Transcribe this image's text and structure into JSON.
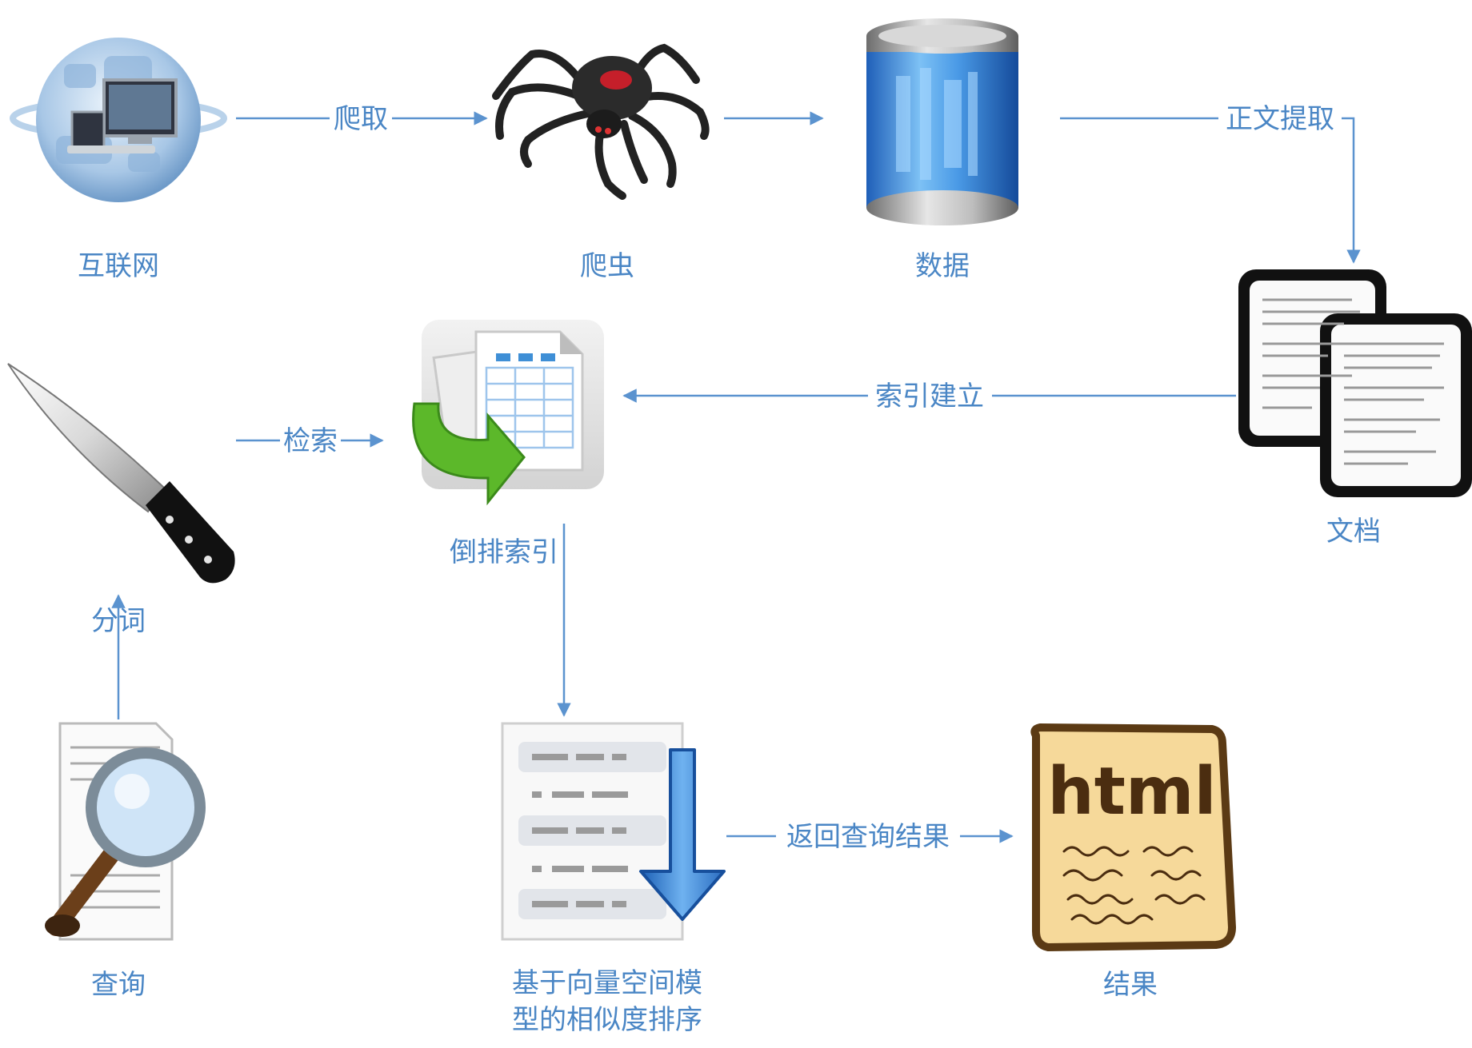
{
  "nodes": {
    "internet": "互联网",
    "crawler": "爬虫",
    "data": "数据",
    "documents": "文档",
    "inverted_index": "倒排索引",
    "tokenize": "分词",
    "query": "查询",
    "ranking_line1": "基于向量空间模",
    "ranking_line2": "型的相似度排序",
    "result": "结果"
  },
  "edges": {
    "crawl": "爬取",
    "extract": "正文提取",
    "build_index": "索引建立",
    "retrieve": "检索",
    "return_results": "返回查询结果"
  },
  "icons": {
    "internet": "globe-computers-icon",
    "crawler": "spider-icon",
    "data": "database-cylinder-icon",
    "documents": "documents-icon",
    "inverted_index": "table-sheet-arrow-icon",
    "tokenize": "knife-icon",
    "query": "magnifier-document-icon",
    "ranking": "sorted-list-icon",
    "result": "html-note-icon"
  },
  "html_icon_text": "html",
  "colors": {
    "label": "#4a86c5",
    "edge": "#5b93cf",
    "arrow_green": "#5cb82a"
  }
}
